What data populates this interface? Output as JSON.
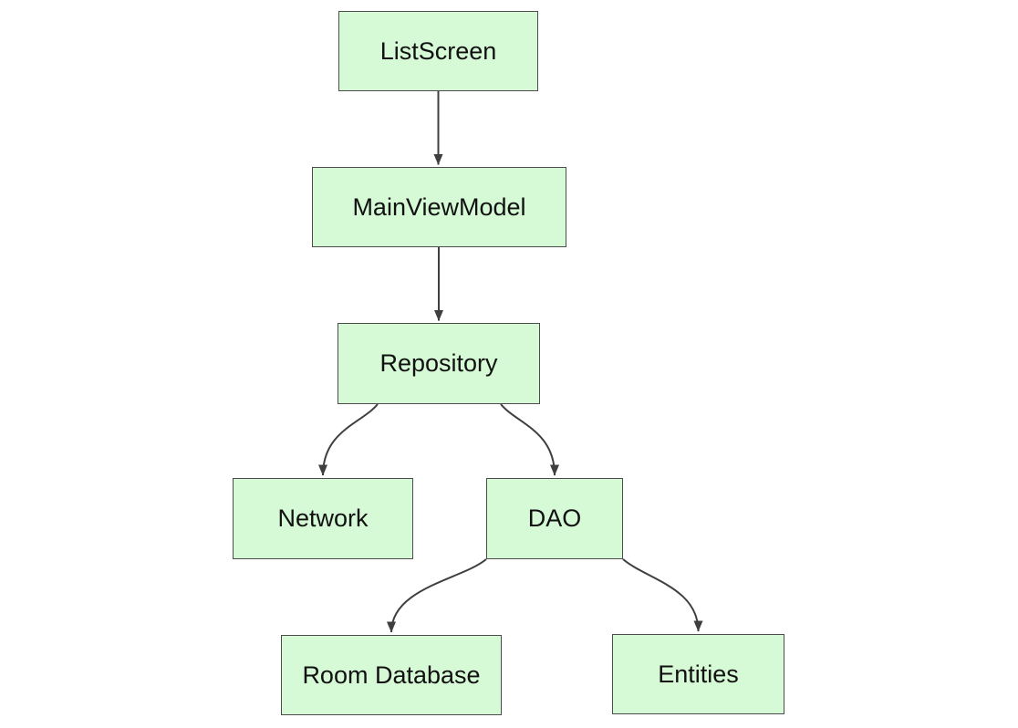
{
  "diagram": {
    "type": "flowchart",
    "direction": "top-down",
    "colors": {
      "background": "#ffffff",
      "node_fill": "#d6f9d6",
      "node_border": "#4c4c4c",
      "edge": "#3f3f3f",
      "text": "#111111"
    },
    "nodes": [
      {
        "id": "ListScreen",
        "label": "ListScreen"
      },
      {
        "id": "MainViewModel",
        "label": "MainViewModel"
      },
      {
        "id": "Repository",
        "label": "Repository"
      },
      {
        "id": "Network",
        "label": "Network"
      },
      {
        "id": "DAO",
        "label": "DAO"
      },
      {
        "id": "RoomDatabase",
        "label": "Room Database"
      },
      {
        "id": "Entities",
        "label": "Entities"
      }
    ],
    "edges": [
      {
        "from": "ListScreen",
        "to": "MainViewModel"
      },
      {
        "from": "MainViewModel",
        "to": "Repository"
      },
      {
        "from": "Repository",
        "to": "Network"
      },
      {
        "from": "Repository",
        "to": "DAO"
      },
      {
        "from": "DAO",
        "to": "RoomDatabase"
      },
      {
        "from": "DAO",
        "to": "Entities"
      }
    ]
  }
}
